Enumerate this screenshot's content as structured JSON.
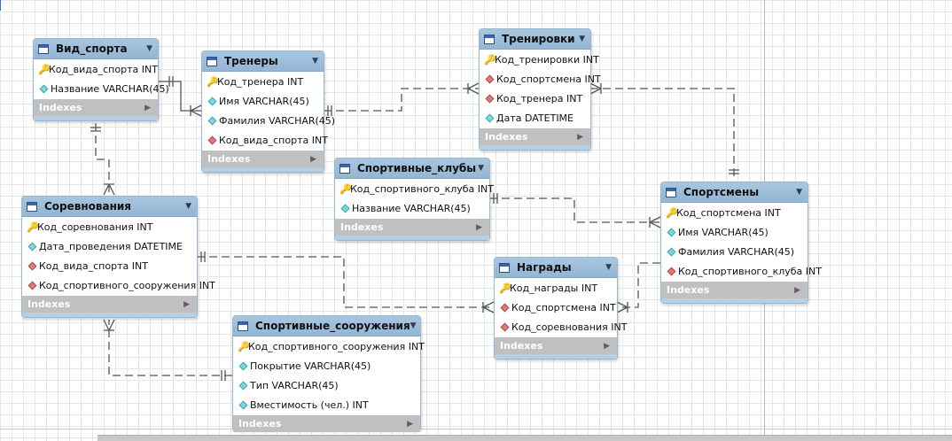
{
  "tables": [
    {
      "id": "vid_sporta",
      "title": "Вид_спорта",
      "indexes_label": "Indexes",
      "columns": [
        {
          "name": "Код_вида_спорта INT",
          "kind": "pk"
        },
        {
          "name": "Название VARCHAR(45)",
          "kind": "attr"
        }
      ]
    },
    {
      "id": "trenery",
      "title": "Тренеры",
      "indexes_label": "Indexes",
      "columns": [
        {
          "name": "Код_тренера INT",
          "kind": "pk"
        },
        {
          "name": "Имя VARCHAR(45)",
          "kind": "attr"
        },
        {
          "name": "Фамилия VARCHAR(45)",
          "kind": "attr"
        },
        {
          "name": "Код_вида_спорта INT",
          "kind": "fk"
        }
      ]
    },
    {
      "id": "trenirovki",
      "title": "Тренировки",
      "indexes_label": "Indexes",
      "columns": [
        {
          "name": "Код_тренировки INT",
          "kind": "pk"
        },
        {
          "name": "Код_спортсмена INT",
          "kind": "fk"
        },
        {
          "name": "Код_тренера INT",
          "kind": "fk"
        },
        {
          "name": "Дата DATETIME",
          "kind": "attr"
        }
      ]
    },
    {
      "id": "sportivnye_kluby",
      "title": "Спортивные_клубы",
      "indexes_label": "Indexes",
      "columns": [
        {
          "name": "Код_спортивного_клуба INT",
          "kind": "pk"
        },
        {
          "name": "Название VARCHAR(45)",
          "kind": "attr"
        }
      ]
    },
    {
      "id": "sportsmeny",
      "title": "Спортсмены",
      "indexes_label": "Indexes",
      "columns": [
        {
          "name": "Код_спортсмена INT",
          "kind": "pk"
        },
        {
          "name": "Имя VARCHAR(45)",
          "kind": "attr"
        },
        {
          "name": "Фамилия VARCHAR(45)",
          "kind": "attr"
        },
        {
          "name": "Код_спортивного_клуба INT",
          "kind": "fk"
        }
      ]
    },
    {
      "id": "sorevnovaniya",
      "title": "Соревнования",
      "indexes_label": "Indexes",
      "columns": [
        {
          "name": "Код_соревнования INT",
          "kind": "pk"
        },
        {
          "name": "Дата_проведения DATETIME",
          "kind": "attr"
        },
        {
          "name": "Код_вида_спорта INT",
          "kind": "fk"
        },
        {
          "name": "Код_спортивного_сооружения INT",
          "kind": "fk"
        }
      ]
    },
    {
      "id": "nagrady",
      "title": "Награды",
      "indexes_label": "Indexes",
      "columns": [
        {
          "name": "Код_награды INT",
          "kind": "pk"
        },
        {
          "name": "Код_спортсмена INT",
          "kind": "fk"
        },
        {
          "name": "Код_соревнования INT",
          "kind": "fk"
        }
      ]
    },
    {
      "id": "sportivnye_sooruzheniya",
      "title": "Спортивные_сооружения",
      "indexes_label": "Indexes",
      "columns": [
        {
          "name": "Код_спортивного_сооружения INT",
          "kind": "pk"
        },
        {
          "name": "Покрытие VARCHAR(45)",
          "kind": "attr"
        },
        {
          "name": "Тип VARCHAR(45)",
          "kind": "attr"
        },
        {
          "name": "Вместимость (чел.) INT",
          "kind": "attr"
        }
      ]
    }
  ],
  "relationships": [
    {
      "from": "vid_sporta",
      "to": "trenery",
      "style": "solid"
    },
    {
      "from": "vid_sporta",
      "to": "sorevnovaniya",
      "style": "dashed"
    },
    {
      "from": "trenery",
      "to": "trenirovki",
      "style": "dashed"
    },
    {
      "from": "sportsmeny",
      "to": "trenirovki",
      "style": "dashed"
    },
    {
      "from": "sportivnye_kluby",
      "to": "sportsmeny",
      "style": "dashed"
    },
    {
      "from": "sorevnovaniya",
      "to": "nagrady",
      "style": "dashed"
    },
    {
      "from": "sportsmeny",
      "to": "nagrady",
      "style": "dashed"
    },
    {
      "from": "sportivnye_sooruzheniya",
      "to": "sorevnovaniya",
      "style": "dashed"
    }
  ],
  "colors": {
    "header": "#9dbfdc",
    "indexes_bar": "#c0c0c0",
    "pk_icon": "#d9a300",
    "attr_icon": "#7fd6dc",
    "fk_icon": "#e07b7b",
    "link": "#555555"
  },
  "icons": {
    "table": "table-icon",
    "pk": "key-icon",
    "attr": "diamond-icon",
    "fk": "diamond-fk-icon",
    "menu": "triangle-down-icon",
    "expand": "triangle-right-icon"
  }
}
